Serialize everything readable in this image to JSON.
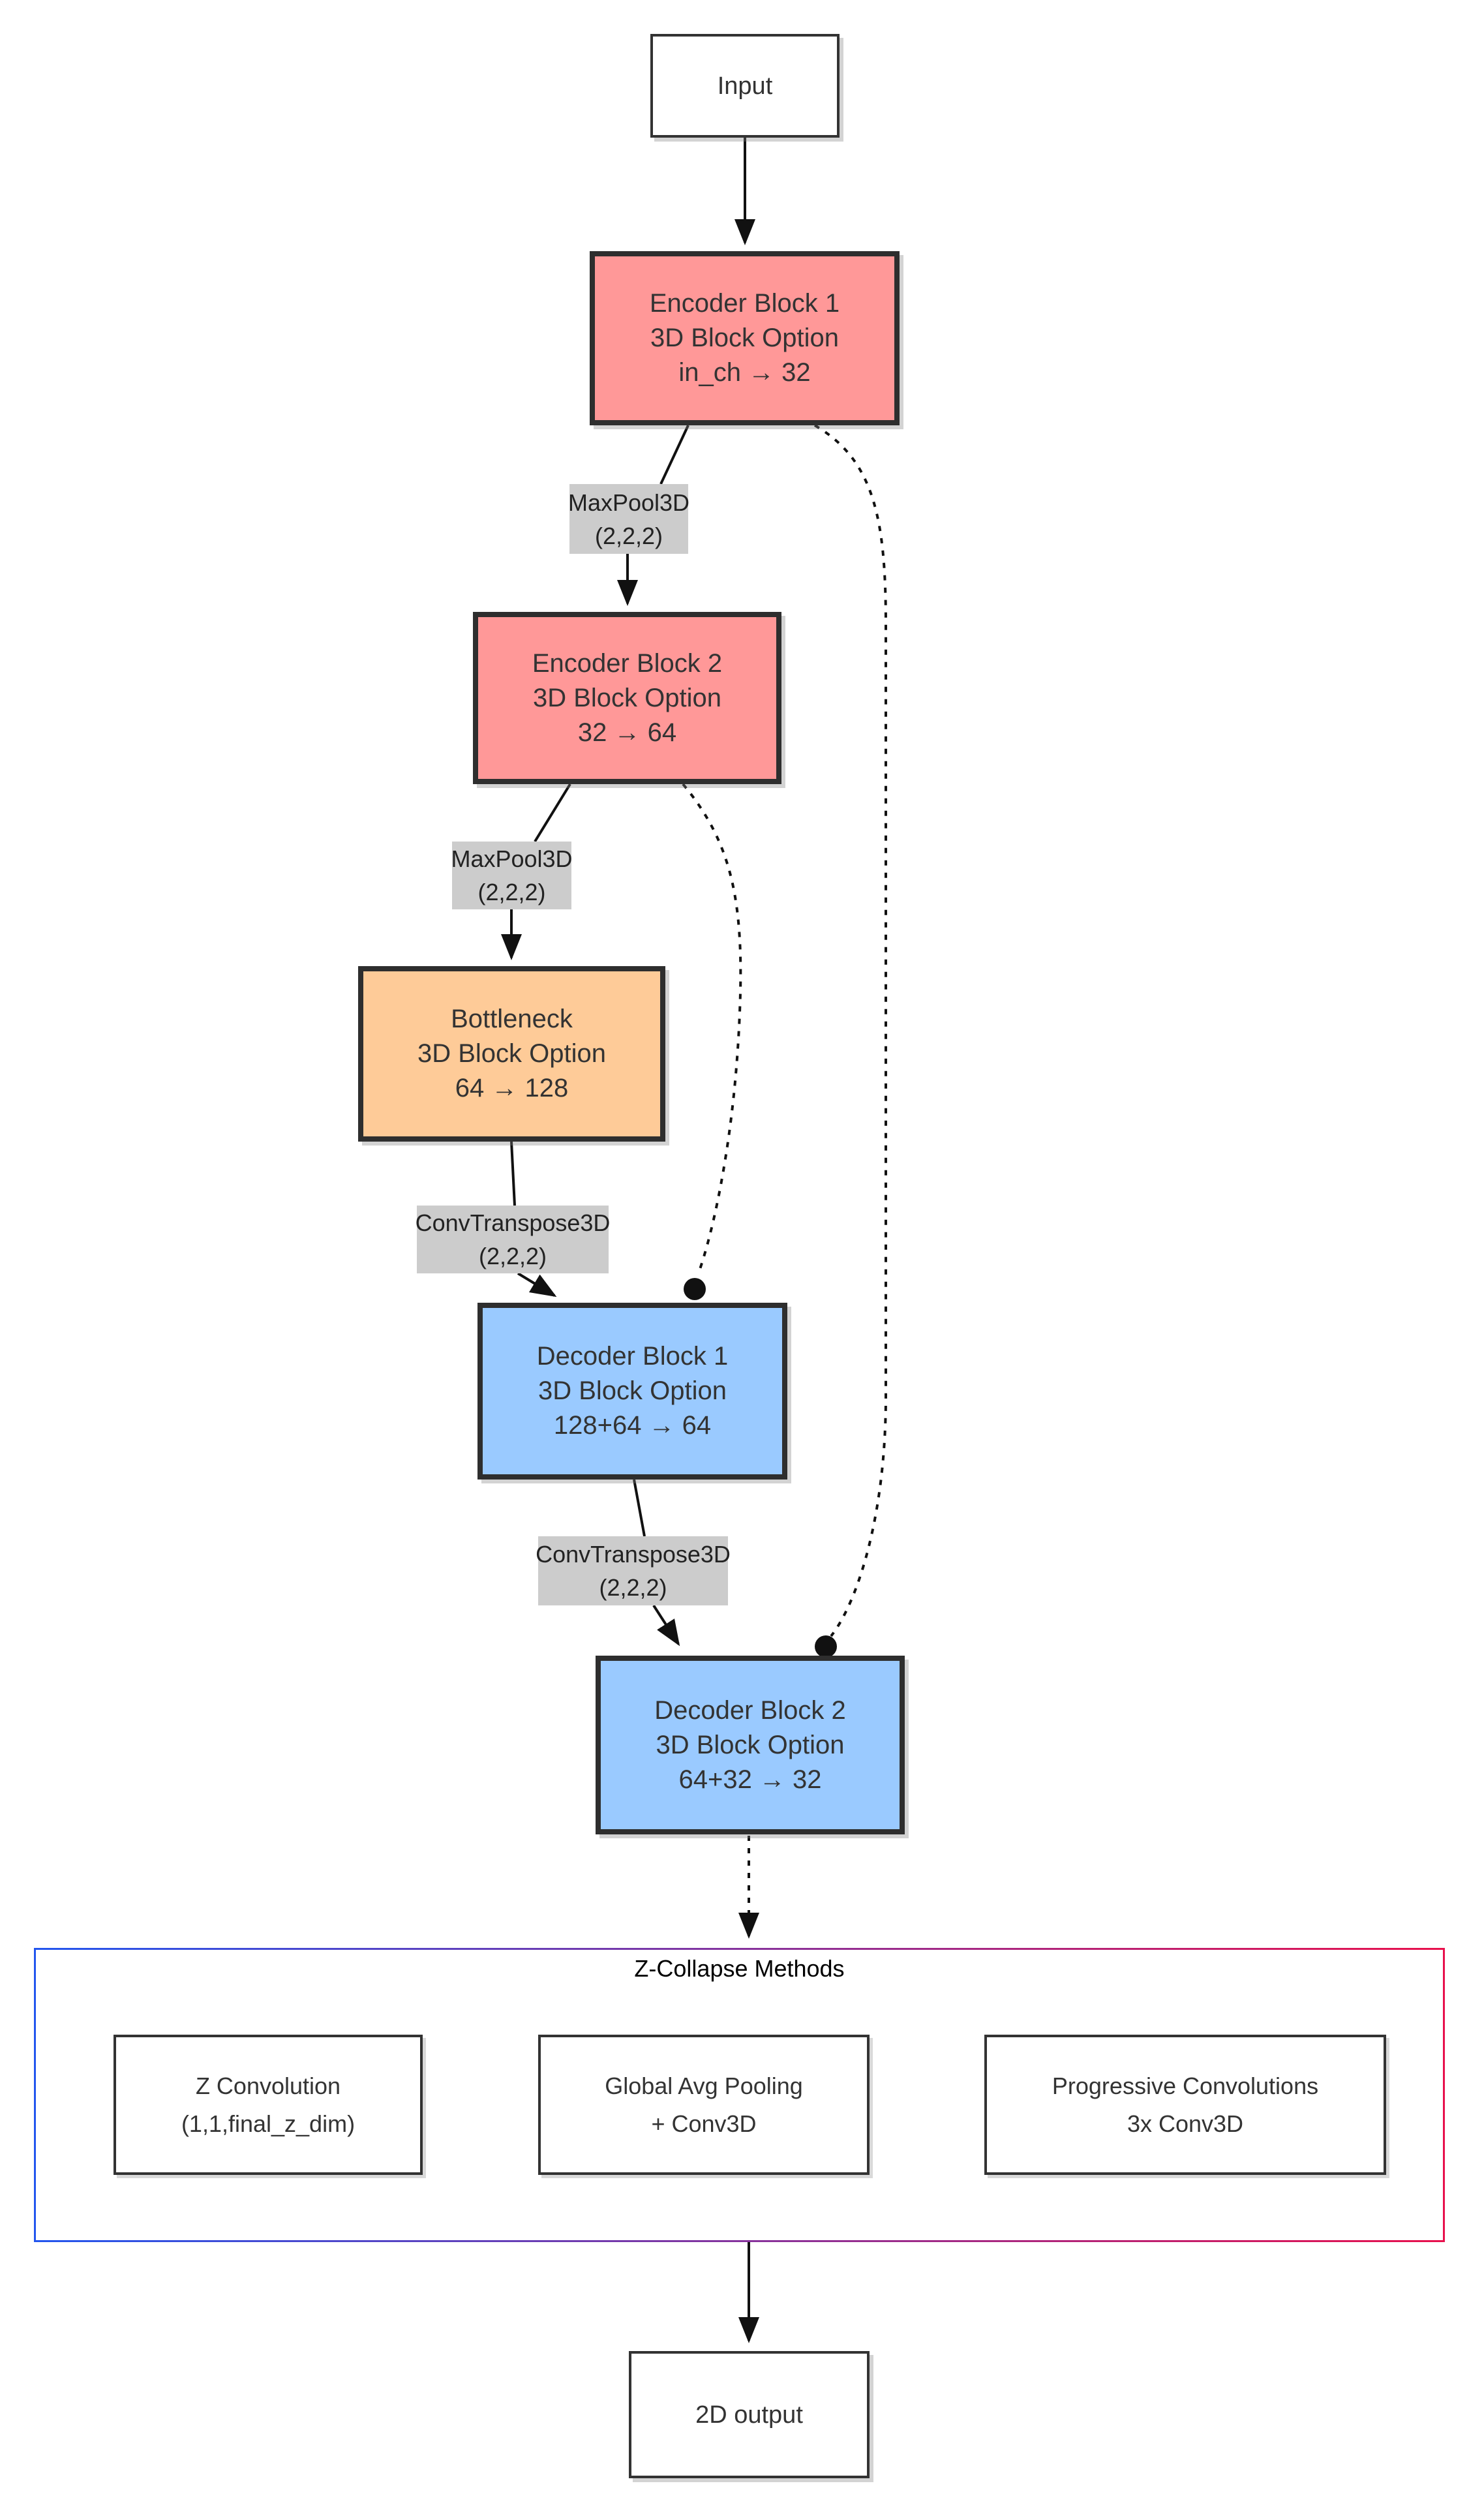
{
  "colors": {
    "encoder": "#ff9898",
    "bottleneck": "#fecb98",
    "decoder": "#9acaff",
    "op_label_bg": "#cccccc",
    "node_border": "#2e2e2e",
    "container_border_left": "#2255ee",
    "container_border_right": "#e8104c",
    "edge": "#111111"
  },
  "nodes": {
    "input": {
      "label": "Input"
    },
    "encoder1": {
      "title": "Encoder Block 1",
      "subtitle": "3D Block Option",
      "channels": "in_ch → 32"
    },
    "encoder2": {
      "title": "Encoder Block 2",
      "subtitle": "3D Block Option",
      "channels": "32 → 64"
    },
    "bottleneck": {
      "title": "Bottleneck",
      "subtitle": "3D Block Option",
      "channels": "64 → 128"
    },
    "decoder1": {
      "title": "Decoder Block 1",
      "subtitle": "3D Block Option",
      "channels": "128+64 → 64"
    },
    "decoder2": {
      "title": "Decoder Block 2",
      "subtitle": "3D Block Option",
      "channels": "64+32 → 32"
    },
    "output2d": {
      "label": "2D output"
    }
  },
  "operations": {
    "maxpool1": {
      "name": "MaxPool3D",
      "params": "(2,2,2)"
    },
    "maxpool2": {
      "name": "MaxPool3D",
      "params": "(2,2,2)"
    },
    "convtranspose1": {
      "name": "ConvTranspose3D",
      "params": "(2,2,2)"
    },
    "convtranspose2": {
      "name": "ConvTranspose3D",
      "params": "(2,2,2)"
    }
  },
  "zcollapse": {
    "title": "Z-Collapse Methods",
    "methods": [
      {
        "line1": "Z Convolution",
        "line2": "(1,1,final_z_dim)"
      },
      {
        "line1": "Global Avg Pooling",
        "line2": "+ Conv3D"
      },
      {
        "line1": "Progressive Convolutions",
        "line2": "3x Conv3D"
      }
    ]
  }
}
